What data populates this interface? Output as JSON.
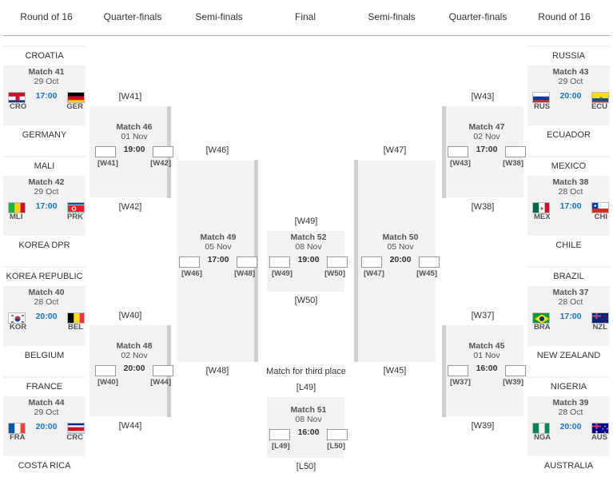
{
  "headers": [
    "Round of 16",
    "Quarter-finals",
    "Semi-finals",
    "Final",
    "Semi-finals",
    "Quarter-finals",
    "Round of 16"
  ],
  "r16_left": [
    {
      "top": "CROATIA",
      "bottom": "GERMANY",
      "match": "Match 41",
      "date": "29 Oct",
      "time": "17:00",
      "home": "CRO",
      "away": "GER",
      "home_flag": "croatia",
      "away_flag": "germany"
    },
    {
      "top": "MALI",
      "bottom": "KOREA DPR",
      "match": "Match 42",
      "date": "29 Oct",
      "time": "17:00",
      "home": "MLI",
      "away": "PRK",
      "home_flag": "mali",
      "away_flag": "korea-dpr"
    },
    {
      "top": "KOREA REPUBLIC",
      "bottom": "BELGIUM",
      "match": "Match 40",
      "date": "28 Oct",
      "time": "20:00",
      "home": "KOR",
      "away": "BEL",
      "home_flag": "korea-republic",
      "away_flag": "belgium"
    },
    {
      "top": "FRANCE",
      "bottom": "COSTA RICA",
      "match": "Match 44",
      "date": "29 Oct",
      "time": "20:00",
      "home": "FRA",
      "away": "CRC",
      "home_flag": "france",
      "away_flag": "costa-rica"
    }
  ],
  "r16_right": [
    {
      "top": "RUSSIA",
      "bottom": "ECUADOR",
      "match": "Match 43",
      "date": "29 Oct",
      "time": "20:00",
      "home": "RUS",
      "away": "ECU",
      "home_flag": "russia",
      "away_flag": "ecuador"
    },
    {
      "top": "MEXICO",
      "bottom": "CHILE",
      "match": "Match 38",
      "date": "28 Oct",
      "time": "17:00",
      "home": "MEX",
      "away": "CHI",
      "home_flag": "mexico",
      "away_flag": "chile"
    },
    {
      "top": "BRAZIL",
      "bottom": "NEW ZEALAND",
      "match": "Match 37",
      "date": "28 Oct",
      "time": "17:00",
      "home": "BRA",
      "away": "NZL",
      "home_flag": "brazil",
      "away_flag": "new-zealand"
    },
    {
      "top": "NIGERIA",
      "bottom": "AUSTRALIA",
      "match": "Match 39",
      "date": "28 Oct",
      "time": "20:00",
      "home": "NGA",
      "away": "AUS",
      "home_flag": "nigeria",
      "away_flag": "australia"
    }
  ],
  "qf_left": [
    {
      "top": "[W41]",
      "bottom": "[W42]",
      "match": "Match 46",
      "date": "01 Nov",
      "time": "19:00",
      "home": "[W41]",
      "away": "[W42]"
    },
    {
      "top": "[W40]",
      "bottom": "[W44]",
      "match": "Match 48",
      "date": "02 Nov",
      "time": "20:00",
      "home": "[W40]",
      "away": "[W44]"
    }
  ],
  "qf_right": [
    {
      "top": "[W43]",
      "bottom": "[W38]",
      "match": "Match 47",
      "date": "02 Nov",
      "time": "17:00",
      "home": "[W43]",
      "away": "[W38]"
    },
    {
      "top": "[W37]",
      "bottom": "[W39]",
      "match": "Match 45",
      "date": "01 Nov",
      "time": "16:00",
      "home": "[W37]",
      "away": "[W39]"
    }
  ],
  "sf_left": {
    "top": "[W46]",
    "bottom": "[W48]",
    "match": "Match 49",
    "date": "05 Nov",
    "time": "17:00",
    "home": "[W46]",
    "away": "[W48]"
  },
  "sf_right": {
    "top": "[W47]",
    "bottom": "[W45]",
    "match": "Match 50",
    "date": "05 Nov",
    "time": "20:00",
    "home": "[W47]",
    "away": "[W45]"
  },
  "final": {
    "top": "[W49]",
    "bottom": "[W50]",
    "match": "Match 52",
    "date": "08 Nov",
    "time": "19:00",
    "home": "[W49]",
    "away": "[W50]"
  },
  "third": {
    "label": "Match for third place",
    "top": "[L49]",
    "bottom": "[L50]",
    "match": "Match 51",
    "date": "08 Nov",
    "time": "16:00",
    "home": "[L49]",
    "away": "[L50]"
  },
  "colors": {
    "panel": "#f2f2f2",
    "time_blue": "#1a73c8",
    "connector": "#cfcfcf"
  }
}
